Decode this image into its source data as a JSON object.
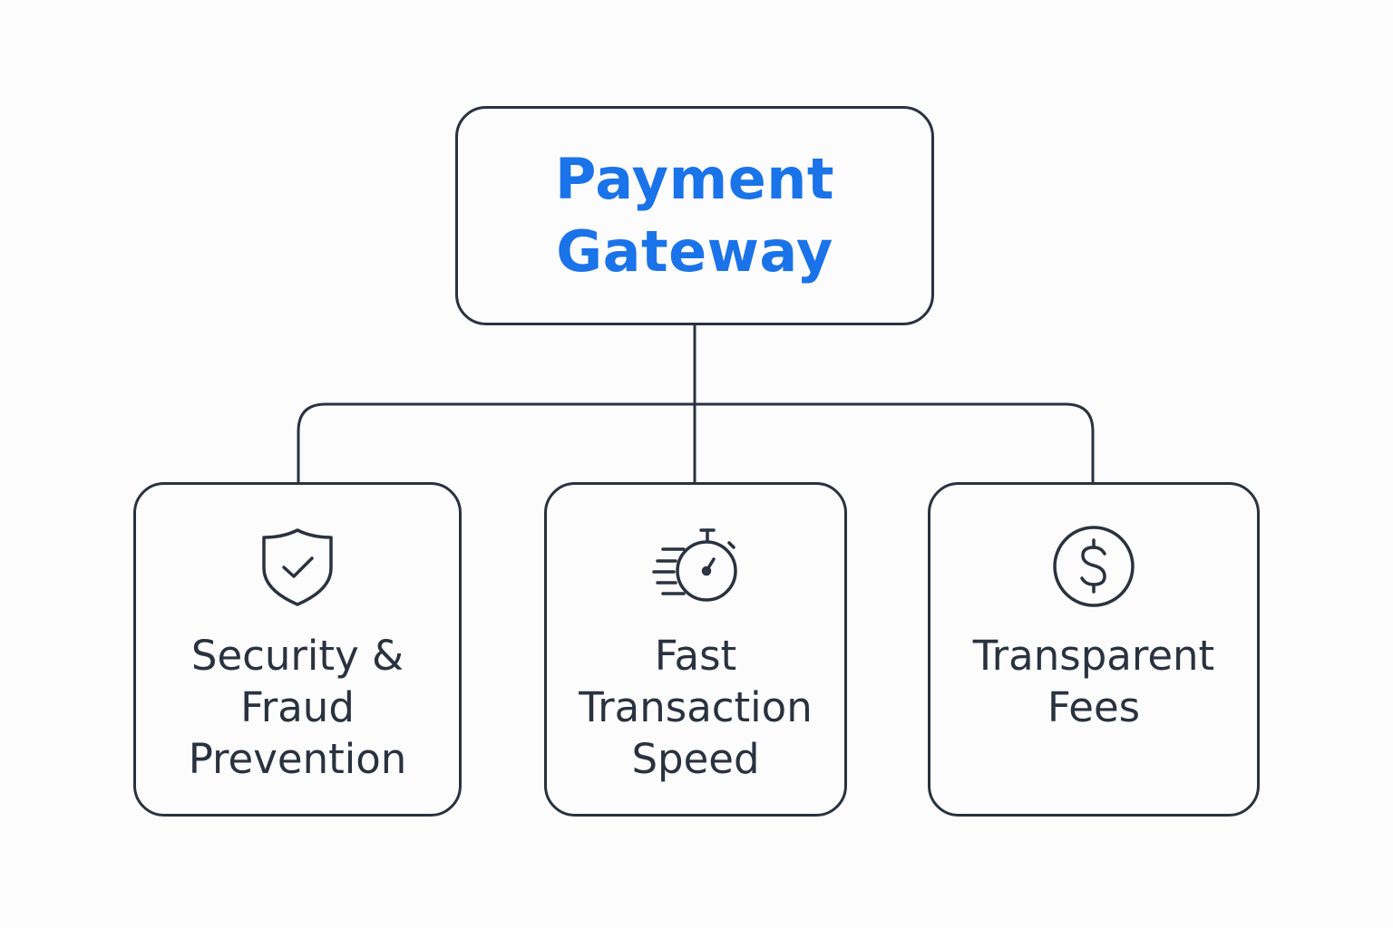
{
  "root": {
    "title_lines": [
      "Payment",
      "Gateway"
    ],
    "accent_color": "#1a73e8"
  },
  "children": [
    {
      "icon": "shield-check-icon",
      "label_lines": [
        "Security &",
        "Fraud",
        "Prevention"
      ]
    },
    {
      "icon": "stopwatch-speed-icon",
      "label_lines": [
        "Fast",
        "Transaction",
        "Speed"
      ]
    },
    {
      "icon": "dollar-circle-icon",
      "label_lines": [
        "Transparent",
        "Fees"
      ]
    }
  ],
  "colors": {
    "stroke": "#2a3240",
    "background": "#fcfcfc"
  }
}
